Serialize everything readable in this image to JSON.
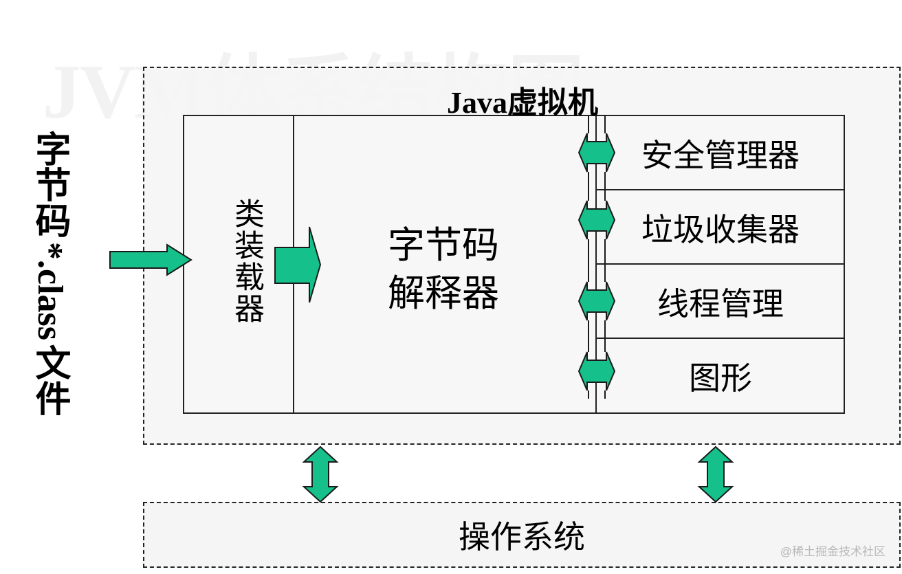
{
  "watermark": {
    "title": "JVM体系结构图"
  },
  "source": {
    "label_top": "字节码",
    "label_ext": "*.class",
    "label_bottom": "文件"
  },
  "jvm": {
    "title": "Java虚拟机",
    "class_loader": "类装载器",
    "interpreter_line1": "字节码",
    "interpreter_line2": "解释器",
    "modules": [
      "安全管理器",
      "垃圾收集器",
      "线程管理",
      "图形"
    ]
  },
  "os": {
    "label": "操作系统"
  },
  "credit": "@稀土掘金技术社区",
  "colors": {
    "arrow_fill": "#16c08a",
    "arrow_stroke": "#1a1a1a",
    "box_fill": "#f5f5f5"
  }
}
